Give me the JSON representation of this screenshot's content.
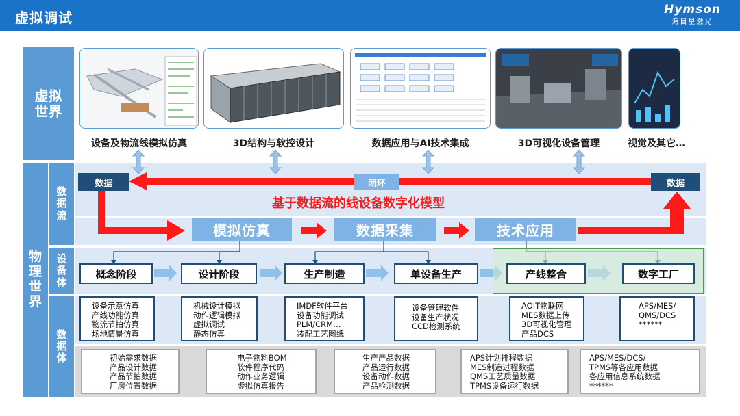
{
  "header": {
    "title": "虚拟调试",
    "logo": "Hymson",
    "logo_sub": "海目星激光"
  },
  "colors": {
    "header": "#1a73c8",
    "label_blue": "#5b9bd5",
    "dark_navy": "#1f4e79",
    "process": "#7fb3e6",
    "red": "#ff1a1a",
    "band": "#dce8f5"
  },
  "left": {
    "virtual_world": "虚拟\n世界",
    "physical_world": "物\n理\n世\n界",
    "data_flow": "数\n据\n流",
    "equipment": "设\n备\n体",
    "data_body": "数\n据\n体"
  },
  "images": [
    {
      "caption": "设备及物流线模拟仿真"
    },
    {
      "caption": "3D结构与软控设计"
    },
    {
      "caption": "数据应用与AI技术集成"
    },
    {
      "caption": "3D可视化设备管理"
    },
    {
      "caption": "视觉及其它…"
    }
  ],
  "flow": {
    "data_left": "数据",
    "data_right": "数据",
    "closed_loop": "闭环",
    "model_title": "基于数据流的线设备数字化模型",
    "steps": [
      "模拟仿真",
      "数据采集",
      "技术应用"
    ]
  },
  "stages": [
    "概念阶段",
    "设计阶段",
    "生产制造",
    "单设备生产",
    "产线整合",
    "数字工厂"
  ],
  "stage_items": [
    [
      "设备示意仿真",
      "产线功能仿真",
      "物流节拍仿真",
      "场地情景仿真"
    ],
    [
      "机械设计模拟",
      "动作逻辑模拟",
      "虚拟调试",
      "静态仿真"
    ],
    [
      "IMDF软件平台",
      "设备功能调试",
      "PLM/CRM…",
      "装配工艺图纸"
    ],
    [
      "设备管理软件",
      "设备生产状况",
      "CCD检测系统"
    ],
    [
      "AOIT物联网",
      "MES数据上传",
      "3D可视化管理",
      "产品DCS"
    ],
    [
      "APS/MES/",
      "QMS/DCS",
      "******"
    ]
  ],
  "data_items": [
    [
      "初始需求数据",
      "产品设计数据",
      "产品节拍数据",
      "厂房位置数据"
    ],
    [
      "电子物料BOM",
      "软件程序代码",
      "动作业务逻辑",
      "虚拟仿真报告"
    ],
    [
      "生产产品数据",
      "产品运行数据",
      "设备动作数据",
      "产品检测数据"
    ],
    [
      "APS计划排程数据",
      "MES制造过程数据",
      "QMS工艺质量数据",
      "TPMS设备运行数据"
    ],
    [
      "APS/MES/DCS/",
      "TPMS等各应用数据",
      "各应用信息系统数据",
      "******"
    ]
  ]
}
